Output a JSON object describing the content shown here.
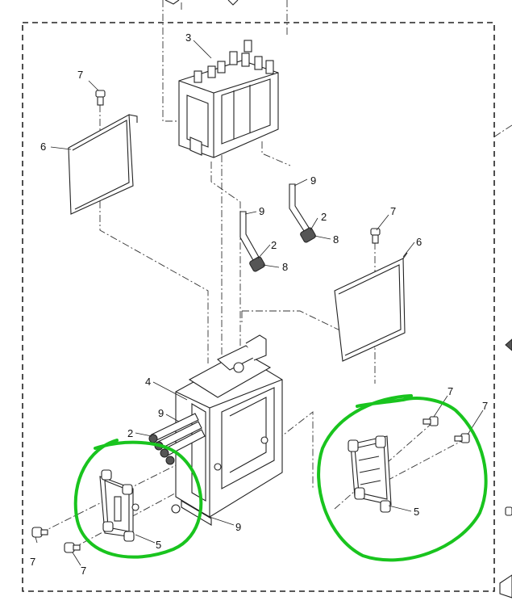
{
  "callouts": {
    "c3": "3",
    "c7_top_left": "7",
    "c6_left": "6",
    "c9_upper_right": "9",
    "c9_mid": "9",
    "c2_right": "2",
    "c2_mid": "2",
    "c8_right": "8",
    "c8_mid": "8",
    "c7_right": "7",
    "c6_right": "6",
    "c4": "4",
    "c9_lower": "9",
    "c2_lower": "2",
    "c9_bottom": "9",
    "c7_lr_a": "7",
    "c7_lr_b": "7",
    "c5_right": "5",
    "c5_left": "5",
    "c7_bl_a": "7",
    "c7_bl_b": "7"
  },
  "colors": {
    "highlight": "#19c41e",
    "line": "#222222"
  }
}
